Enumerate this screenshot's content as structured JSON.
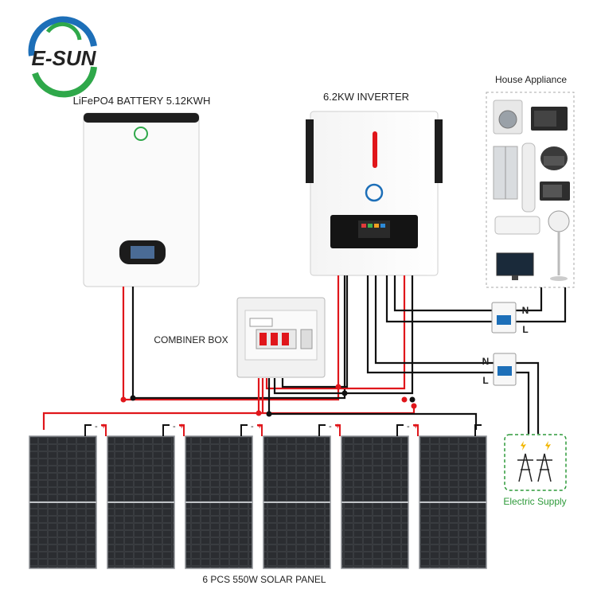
{
  "brand": {
    "logo_text": "E-SUN"
  },
  "battery": {
    "label": "LiFePO4 BATTERY 5.12KWH"
  },
  "inverter": {
    "label": "6.2KW INVERTER"
  },
  "appliances": {
    "label": "House Appliance",
    "items": [
      "washing-machine",
      "microwave",
      "refrigerator",
      "air-purifier",
      "rice-cooker",
      "oven",
      "air-conditioner",
      "fan",
      "monitor"
    ]
  },
  "combiner": {
    "label": "COMBINER BOX"
  },
  "breakers": [
    {
      "n": "N",
      "l": "L"
    },
    {
      "n": "N",
      "l": "L"
    }
  ],
  "grid": {
    "label": "Electric Supply"
  },
  "panels": {
    "label": "6 PCS 550W SOLAR PANEL",
    "count": 6,
    "minus": "-",
    "plus": "+"
  },
  "colors": {
    "positive": "#e0161b",
    "negative": "#111111",
    "grid_green": "#2e9a3a",
    "brand_blue": "#1d6fb8",
    "brand_green": "#2fa84a"
  }
}
